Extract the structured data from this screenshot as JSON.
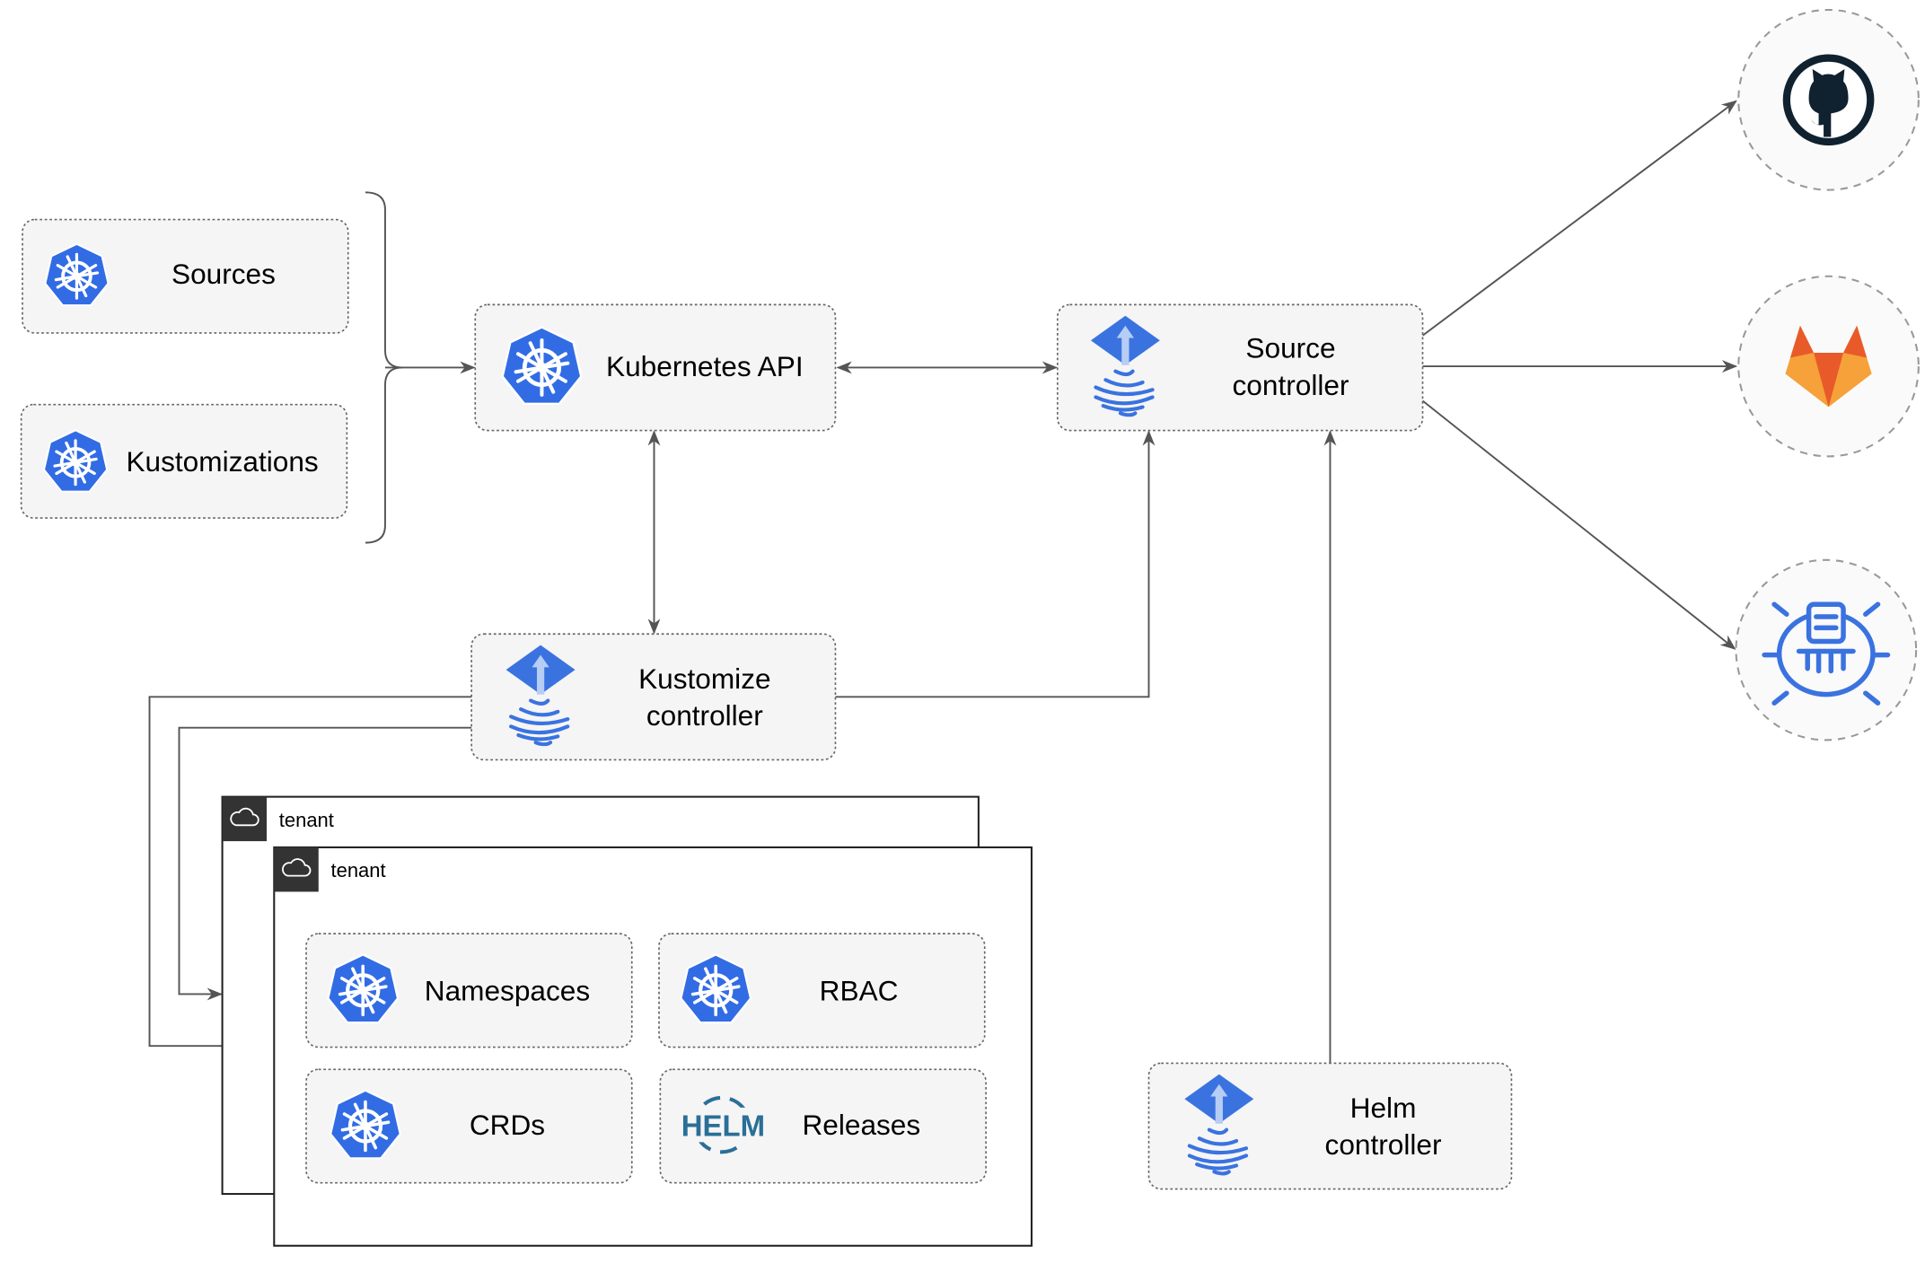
{
  "colors": {
    "kubernetes_blue": "#326ce5",
    "flux_blue": "#3a73e0",
    "helm_blue": "#2a6f97",
    "github_dark": "#10212f",
    "gitlab_orange": "#e95a2a",
    "gitlab_light": "#f6a13a",
    "edge": "#555555",
    "tenant_header": "#333333"
  },
  "nodes": {
    "sources": {
      "label": "Sources",
      "icon": "kubernetes-icon"
    },
    "kustomizations": {
      "label": "Kustomizations",
      "icon": "kubernetes-icon"
    },
    "kubernetes_api": {
      "label": "Kubernetes API",
      "icon": "kubernetes-icon"
    },
    "source_controller": {
      "line1": "Source",
      "line2": "controller",
      "icon": "flux-icon"
    },
    "kustomize_controller": {
      "line1": "Kustomize",
      "line2": "controller",
      "icon": "flux-icon"
    },
    "helm_controller": {
      "line1": "Helm",
      "line2": "controller",
      "icon": "flux-icon"
    },
    "namespaces": {
      "label": "Namespaces",
      "icon": "kubernetes-icon"
    },
    "rbac": {
      "label": "RBAC",
      "icon": "kubernetes-icon"
    },
    "crds": {
      "label": "CRDs",
      "icon": "kubernetes-icon"
    },
    "releases": {
      "label": "Releases",
      "icon": "helm-icon",
      "icon_text": "HELM"
    }
  },
  "tenants": [
    {
      "label": "tenant",
      "icon": "cloud-icon"
    },
    {
      "label": "tenant",
      "icon": "cloud-icon"
    }
  ],
  "external": [
    {
      "icon": "github-icon"
    },
    {
      "icon": "gitlab-icon"
    },
    {
      "icon": "bucket-icon"
    }
  ]
}
